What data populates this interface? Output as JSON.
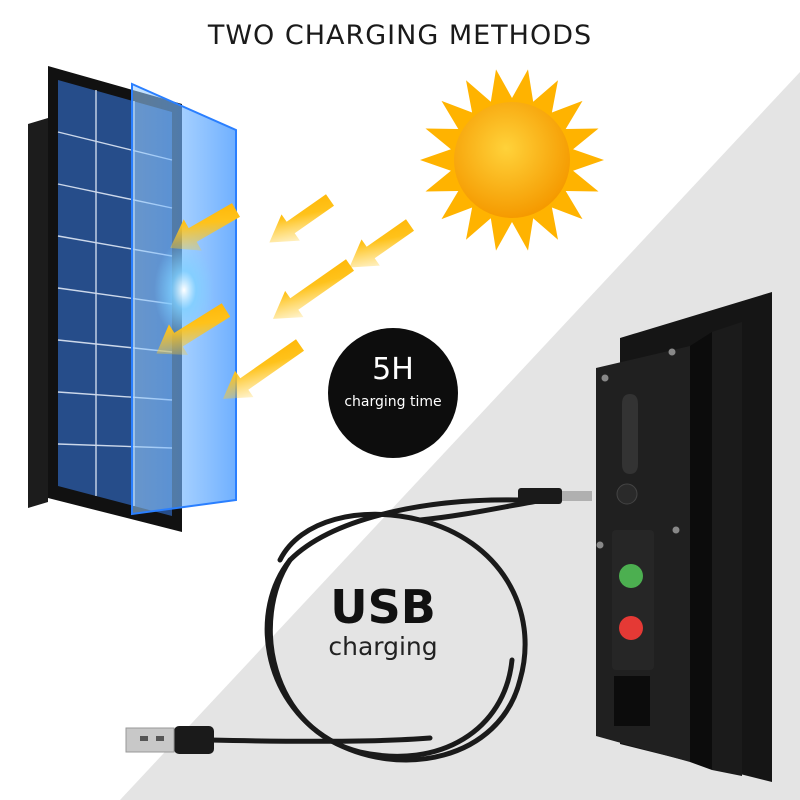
{
  "headline": "TWO CHARGING METHODS",
  "solar_badge": {
    "hours": "5H",
    "label": "charging time"
  },
  "usb": {
    "title": "USB",
    "label": "charging"
  },
  "colors": {
    "sun": "#ffb300",
    "arrow": "#ffbf1a",
    "panel_cell": "#2e5a9e",
    "glass": "#6fb6ff",
    "badge": "#0d0d0d",
    "background_gray": "#e4e4e4",
    "on_button": "#e53935",
    "sensor": "#4caf50"
  }
}
